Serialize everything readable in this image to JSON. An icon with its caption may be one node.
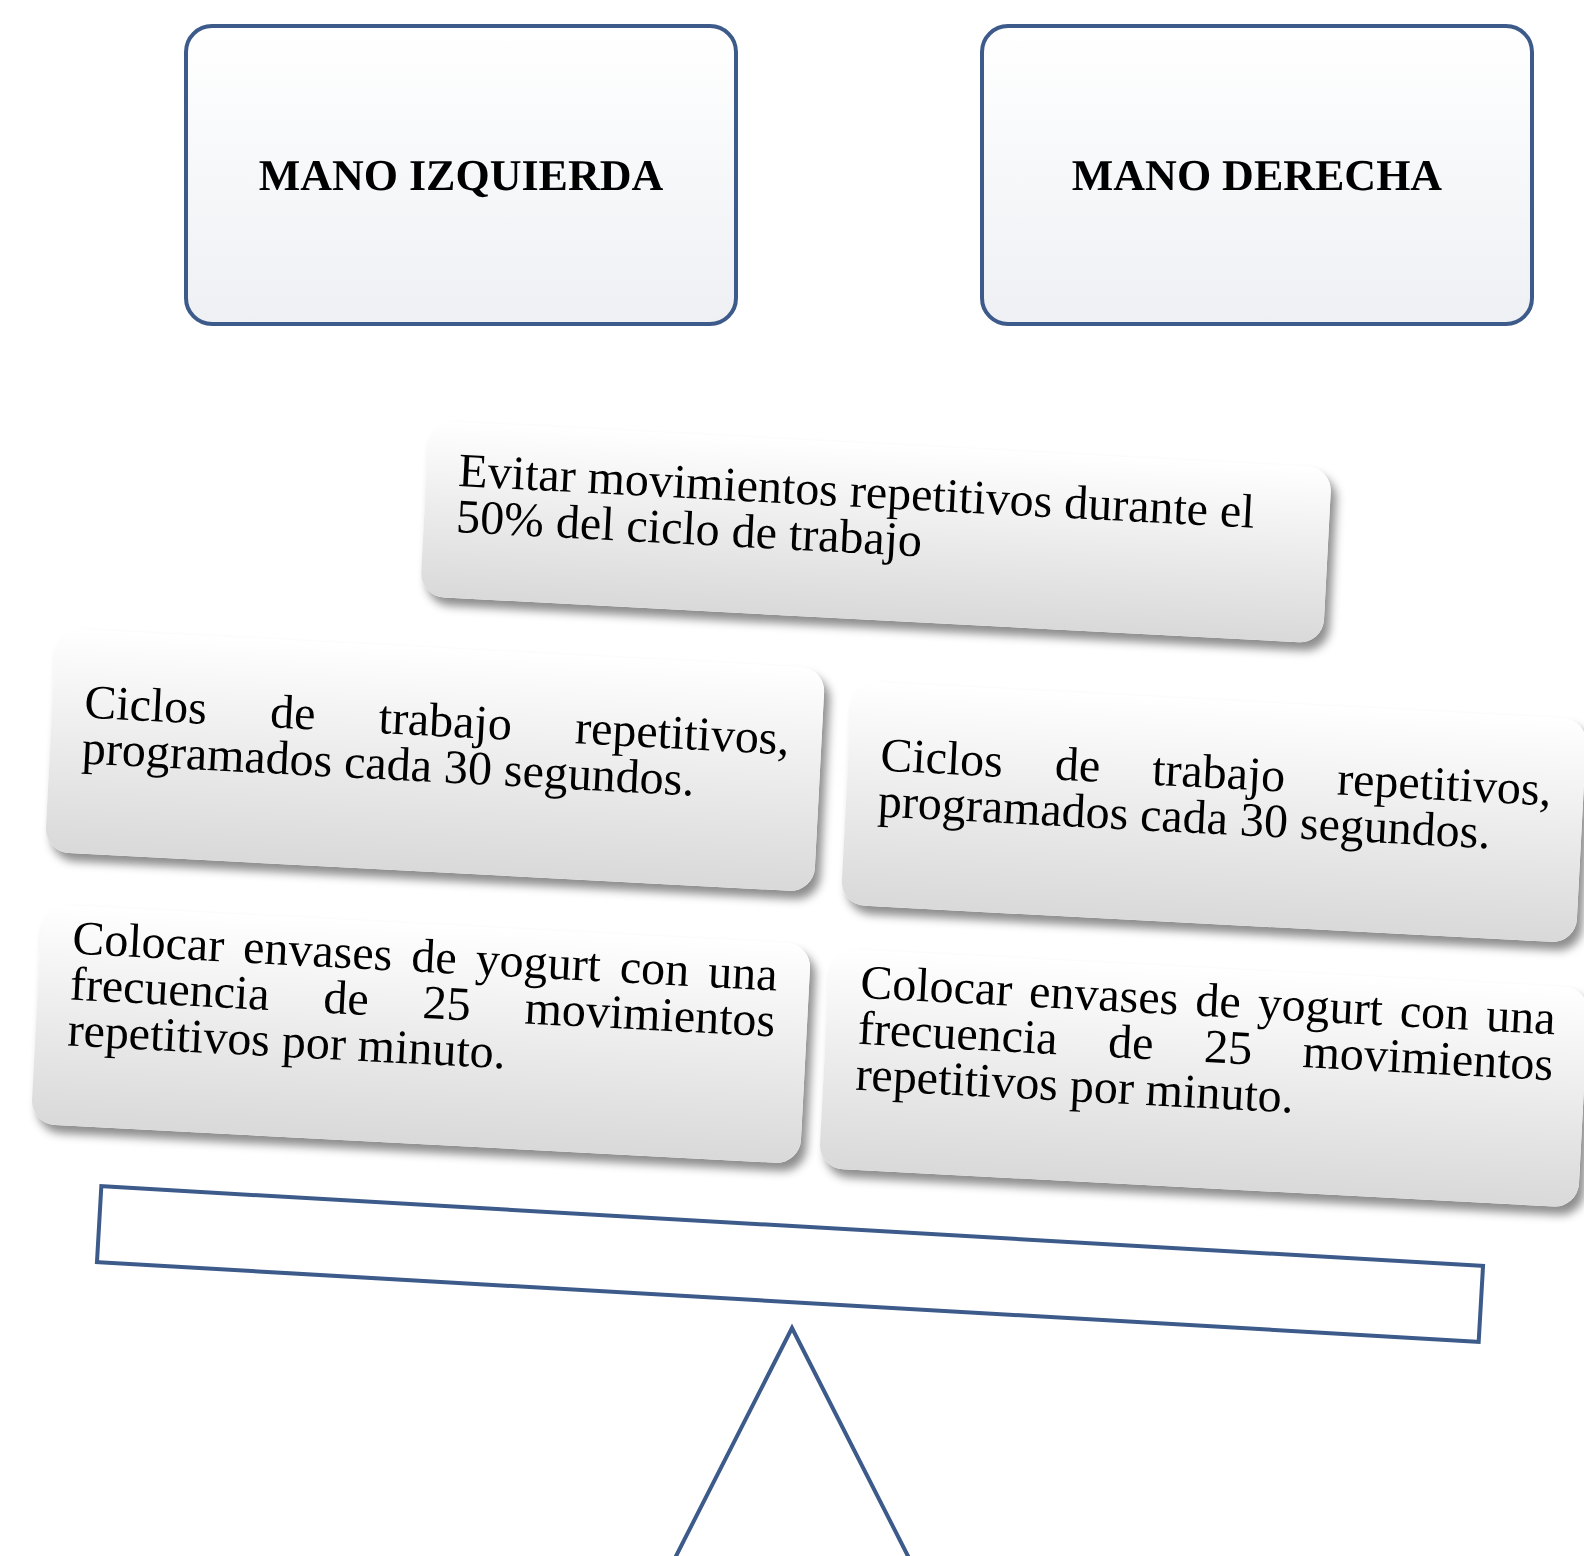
{
  "diagram": {
    "nodes": [
      {
        "text": [
          "MANO IZQUIERDA"
        ]
      },
      {
        "text": [
          "MANO DERECHA"
        ]
      },
      {
        "text": [
          "Evitar movimientos repetitivos durante el 50% del ciclo de trabajo"
        ]
      },
      {
        "text": [
          "Ciclos de trabajo repetitivos, programados cada 30 segundos."
        ]
      },
      {
        "text": [
          "Ciclos de trabajo repetitivos, programados cada 30 segundos."
        ]
      },
      {
        "text": [
          "Colocar envases de yogurt con una frecuencia de 25 movimientos repetitivos por minuto."
        ]
      },
      {
        "text": [
          "Colocar envases de yogurt con una frecuencia de 25 movimientos repetitivos por minuto."
        ]
      },
      {
        "text": [],
        "shape": "bar"
      },
      {
        "text": [],
        "shape": "triangle"
      }
    ]
  }
}
